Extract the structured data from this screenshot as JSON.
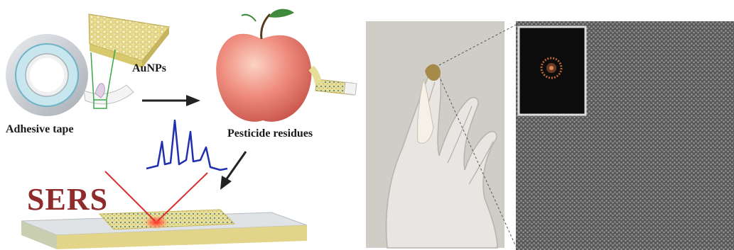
{
  "labels": {
    "aunps": "AuNPs",
    "tape": "Adhesive tape",
    "pesticide": "Pesticide residues",
    "sers": "SERS"
  },
  "icons": [
    "tape-roll-icon",
    "aunp-film-icon",
    "apple-icon",
    "tape-strip-icon",
    "raman-spectrum-icon",
    "laser-beam-icon",
    "photo-glove-hand",
    "sem-micrograph",
    "optical-inset"
  ],
  "colors": {
    "sers_text": "#8f2b2b",
    "spectrum": "#2030b0",
    "laser": "#d83030",
    "gold": "#e8d98a",
    "apple": "#e87a70"
  }
}
